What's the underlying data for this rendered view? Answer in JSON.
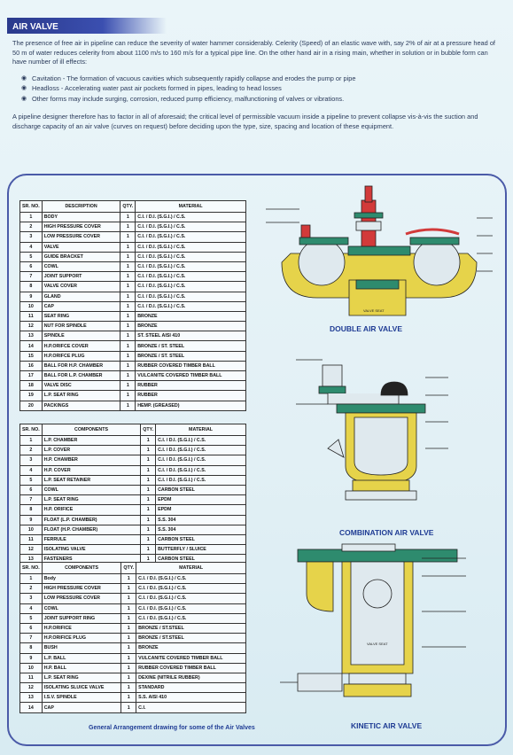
{
  "header": {
    "title": "AIR VALVE"
  },
  "intro": {
    "paragraph1": "The presence of free air in pipeline can reduce the severity of water hammer considerably. Celerity (Speed) of an elastic wave with, say 2% of air at a pressure head of 50 m of water reduces celerity from about 1100 m/s to 160 m/s for a typical pipe line. On the other hand air in a rising main, whether in solution or in bubble form can have number of ill effects:",
    "bullets": [
      "Cavitation - The formation of vacuous cavities which subsequently rapidly collapse and erodes the pump or pipe",
      "Headloss - Accelerating water past air pockets formed in pipes, leading to head losses",
      "Other forms may include surging, corrosion, reduced pump efficiency, malfunctioning of valves or vibrations."
    ],
    "paragraph2": "A pipeline designer therefore has to factor in all of aforesaid; the critical level of permissible vacuum inside a pipeline to prevent collapse vis-à-vis the suction and discharge capacity of an air valve (curves on request) before deciding upon the type, size, spacing and location of these equipment."
  },
  "table1": {
    "headers": [
      "SR. NO.",
      "DESCRIPTION",
      "QTY.",
      "MATERIAL"
    ],
    "rows": [
      [
        "1",
        "BODY",
        "1",
        "C.I. / D.I. (S.G.I.) / C.S."
      ],
      [
        "2",
        "HIGH PRESSURE COVER",
        "1",
        "C.I. / D.I. (S.G.I.) / C.S."
      ],
      [
        "3",
        "LOW PRESSURE COVER",
        "1",
        "C.I. / D.I. (S.G.I.) / C.S."
      ],
      [
        "4",
        "VALVE",
        "1",
        "C.I. / D.I. (S.G.I.) / C.S."
      ],
      [
        "5",
        "GUIDE BRACKET",
        "1",
        "C.I. / D.I. (S.G.I.) / C.S."
      ],
      [
        "6",
        "COWL",
        "1",
        "C.I. / D.I. (S.G.I.) / C.S."
      ],
      [
        "7",
        "JOINT SUPPORT",
        "1",
        "C.I. / D.I. (S.G.I.) / C.S."
      ],
      [
        "8",
        "VALVE COVER",
        "1",
        "C.I. / D.I. (S.G.I.) / C.S."
      ],
      [
        "9",
        "GLAND",
        "1",
        "C.I. / D.I. (S.G.I.) / C.S."
      ],
      [
        "10",
        "CAP",
        "1",
        "C.I. / D.I. (S.G.I.) / C.S."
      ],
      [
        "11",
        "SEAT RING",
        "1",
        "BRONZE"
      ],
      [
        "12",
        "NUT FOR SPINDLE",
        "1",
        "BRONZE"
      ],
      [
        "13",
        "SPINDLE",
        "1",
        "ST. STEEL AISI 410"
      ],
      [
        "14",
        "H.P.ORIFCE COVER",
        "1",
        "BRONZE / ST. STEEL"
      ],
      [
        "15",
        "H.P.ORIFCE PLUG",
        "1",
        "BRONZE / ST. STEEL"
      ],
      [
        "16",
        "BALL FOR H.P. CHAMBER",
        "1",
        "RUBBER COVERED TIMBER BALL"
      ],
      [
        "17",
        "BALL FOR L.P. CHAMBER",
        "1",
        "VULCANITE COVERED TIMBER BALL"
      ],
      [
        "18",
        "VALVE DISC",
        "1",
        "RUBBER"
      ],
      [
        "19",
        "L.P. SEAT RING",
        "1",
        "RUBBER"
      ],
      [
        "20",
        "PACKINGS",
        "1",
        "HEMP. (GREASED)"
      ]
    ]
  },
  "table2": {
    "headers": [
      "SR. NO.",
      "COMPONENTS",
      "QTY.",
      "MATERIAL"
    ],
    "rows": [
      [
        "1",
        "L.P. CHAMBER",
        "1",
        "C.I. / D.I. (S.G.I.) / C.S."
      ],
      [
        "2",
        "L.P. COVER",
        "1",
        "C.I. / D.I. (S.G.I.) / C.S."
      ],
      [
        "3",
        "H.P. CHAMBER",
        "1",
        "C.I. / D.I. (S.G.I.) / C.S."
      ],
      [
        "4",
        "H.P. COVER",
        "1",
        "C.I. / D.I. (S.G.I.) / C.S."
      ],
      [
        "5",
        "L.P. SEAT RETAINER",
        "1",
        "C.I. / D.I. (S.G.I.) / C.S."
      ],
      [
        "6",
        "COWL",
        "1",
        "CARBON STEEL"
      ],
      [
        "7",
        "L.P. SEAT RING",
        "1",
        "EPDM"
      ],
      [
        "8",
        "H.P. ORIFICE",
        "1",
        "EPDM"
      ],
      [
        "9",
        "FLOAT (L.P. CHAMBER)",
        "1",
        "S.S. 304"
      ],
      [
        "10",
        "FLOAT (H.P. CHAMBER)",
        "1",
        "S.S. 304"
      ],
      [
        "11",
        "FERRULE",
        "1",
        "CARBON STEEL"
      ],
      [
        "12",
        "ISOLATING VALVE",
        "1",
        "BUTTERFLY / SLUICE"
      ],
      [
        "13",
        "FASTENERS",
        "1",
        "CARBON STEEL"
      ]
    ]
  },
  "table3": {
    "headers": [
      "SR. NO.",
      "COMPONENTS",
      "QTY.",
      "MATERIAL"
    ],
    "rows": [
      [
        "1",
        "Body",
        "1",
        "C.I. / D.I. (S.G.I.) / C.S."
      ],
      [
        "2",
        "HIGH PRESSURE COVER",
        "1",
        "C.I. / D.I. (S.G.I.) / C.S."
      ],
      [
        "3",
        "LOW PRESSURE COVER",
        "1",
        "C.I. / D.I. (S.G.I.) / C.S."
      ],
      [
        "4",
        "COWL",
        "1",
        "C.I. / D.I. (S.G.I.) / C.S."
      ],
      [
        "5",
        "JOINT SUPPORT RING",
        "1",
        "C.I. / D.I. (S.G.I.) / C.S."
      ],
      [
        "6",
        "H.P.ORIFICE",
        "1",
        "BRONZE / ST.STEEL"
      ],
      [
        "7",
        "H.P.ORIFICE PLUG",
        "1",
        "BRONZE / ST.STEEL"
      ],
      [
        "8",
        "BUSH",
        "1",
        "BRONZE"
      ],
      [
        "9",
        "L.P. BALL",
        "1",
        "VULCANITE COVERED TIMBER BALL"
      ],
      [
        "10",
        "H.P. BALL",
        "1",
        "RUBBER COVERED TIMBER BALL"
      ],
      [
        "11",
        "L.P. SEAT RING",
        "1",
        "DEXINE (NITRILE RUBBER)"
      ],
      [
        "12",
        "ISOLATING SLUICE VALVE",
        "1",
        "STANDARD"
      ],
      [
        "13",
        "I.S.V. SPINDLE",
        "1",
        "S.S. AISI 410"
      ],
      [
        "14",
        "CAP",
        "1",
        "C.I."
      ]
    ]
  },
  "diagrams": {
    "double": {
      "caption": "DOUBLE AIR VALVE",
      "label": "VALVE SEAT"
    },
    "combination": {
      "caption": "COMBINATION AIR VALVE"
    },
    "kinetic": {
      "caption": "KINETIC AIR VALVE",
      "label": "VALVE SEAT"
    }
  },
  "footer": {
    "text": "General Arrangement drawing for some of the Air Valves"
  },
  "colors": {
    "accent": "#2a3a8c",
    "frame": "#4a5aa8",
    "caption": "#1f3c94",
    "valve_yellow": "#e6d34a",
    "valve_green": "#2e8b6e",
    "valve_red": "#d23a3a"
  }
}
